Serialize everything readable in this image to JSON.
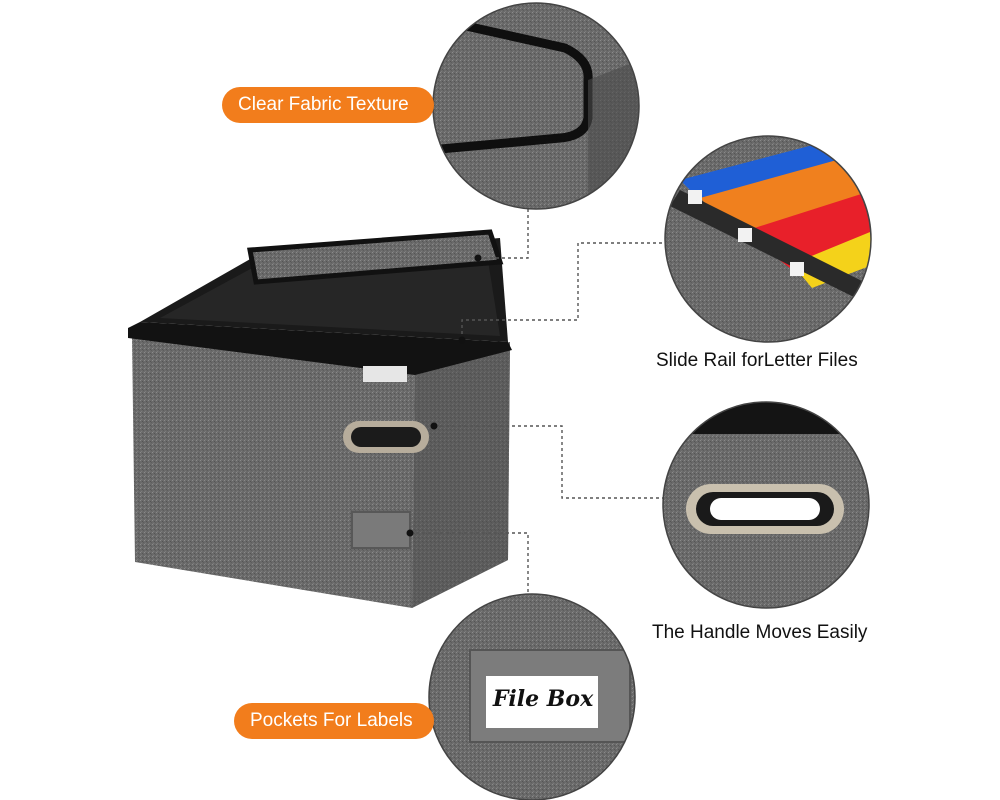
{
  "labels": {
    "fabric": "Clear Fabric Texture",
    "pockets": "Pockets For Labels",
    "rail": "Slide Rail forLetter Files",
    "handle": "The Handle Moves Easily"
  },
  "label_card_text": "File Box",
  "colors": {
    "accent_orange": "#f27d1c",
    "fabric_gray": "#6c6c6c",
    "trim_black": "#111111",
    "folder_blue": "#1f5fd6",
    "folder_orange": "#f0801e",
    "folder_red": "#e8202a",
    "folder_yellow": "#f4d21a"
  },
  "icons": [
    "file-box-icon",
    "handle-icon",
    "label-pocket-icon",
    "slide-rail-icon"
  ]
}
